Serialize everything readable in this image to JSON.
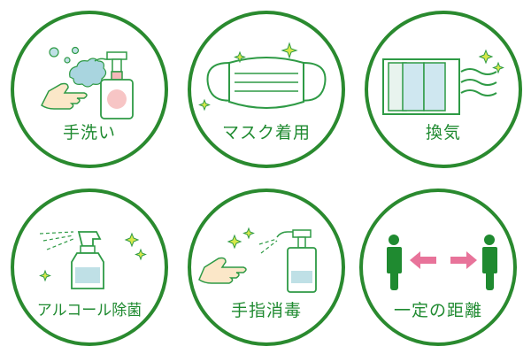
{
  "colors": {
    "ring": "#2a8a2f",
    "text": "#1f8a30",
    "pink": "#e8739a",
    "line": "#2e9a45"
  },
  "items": [
    {
      "label": "手洗い",
      "icon": "hand-washing-icon"
    },
    {
      "label": "マスク着用",
      "icon": "mask-icon"
    },
    {
      "label": "換気",
      "icon": "window-ventilation-icon"
    },
    {
      "label": "アルコール除菌",
      "icon": "alcohol-spray-icon"
    },
    {
      "label": "手指消毒",
      "icon": "hand-sanitizer-icon"
    },
    {
      "label": "一定の距離",
      "icon": "social-distance-icon"
    }
  ]
}
